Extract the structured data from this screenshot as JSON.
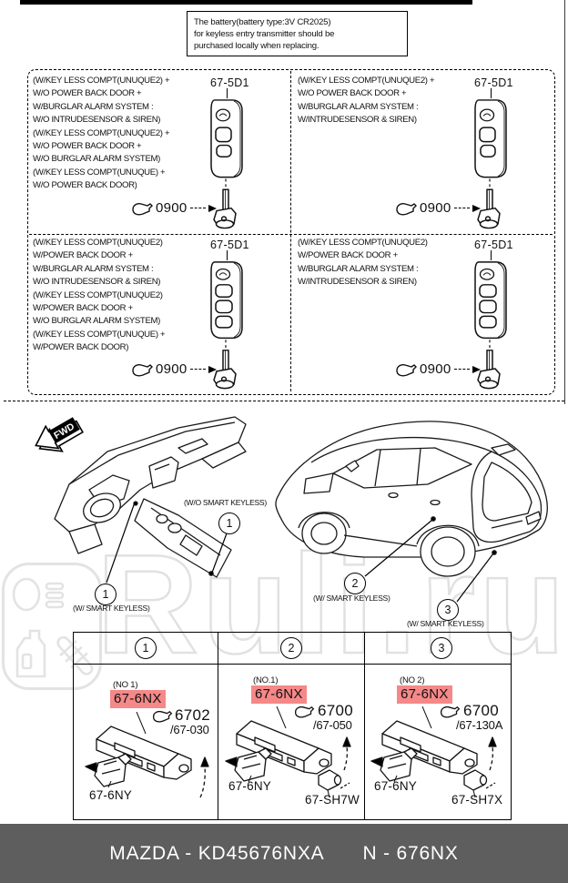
{
  "note_box": {
    "line1": "The battery(battery type:3V CR2025)",
    "line2": "for keyless entry transmitter should be",
    "line3": "purchased locally when replacing."
  },
  "key_section": {
    "quadrants": [
      {
        "conditions": "(W/KEY LESS COMPT(UNUQUE2) +\n W/O POWER BACK DOOR +\n W/BURGLAR ALARM SYSTEM :\n W/O INTRUDESENSOR & SIREN)\n(W/KEY LESS COMPT(UNUQUE2) +\n W/O POWER BACK DOOR +\n W/O BURGLAR ALARM SYSTEM)\n(W/KEY LESS COMPT(UNUQUE) +\n W/O POWER BACK DOOR)",
        "part_label": "67-5D1",
        "key_code": "0900"
      },
      {
        "conditions": "(W/KEY LESS COMPT(UNUQUE2) +\n W/O POWER BACK DOOR +\n W/BURGLAR ALARM SYSTEM :\n W/INTRUDESENSOR & SIREN)",
        "part_label": "67-5D1",
        "key_code": "0900"
      },
      {
        "conditions": "(W/KEY LESS COMPT(UNUQUE2)\n W/POWER BACK DOOR +\n W/BURGLAR ALARM SYSTEM :\n W/O INTRUDESENSOR & SIREN)\n(W/KEY LESS COMPT(UNUQUE2)\n W/POWER BACK DOOR +\n W/O BURGLAR ALARM SYSTEM)\n(W/KEY LESS COMPT(UNUQUE) +\n W/POWER BACK DOOR)",
        "part_label": "67-5D1",
        "key_code": "0900"
      },
      {
        "conditions": "(W/KEY LESS COMPT(UNUQUE2)\n W/POWER BACK DOOR +\n W/BURGLAR ALARM SYSTEM :\n W/INTRUDESENSOR & SIREN)",
        "part_label": "67-5D1",
        "key_code": "0900"
      }
    ]
  },
  "middle": {
    "fwd_label": "FWD",
    "callout_1a": {
      "num": "1",
      "label": "(W/O SMART KEYLESS)"
    },
    "callout_1b": {
      "num": "1",
      "label": "(W/ SMART KEYLESS)"
    },
    "callout_2": {
      "num": "2",
      "label": "(W/ SMART KEYLESS)"
    },
    "callout_3": {
      "num": "3",
      "label": "(W/ SMART KEYLESS)"
    }
  },
  "parts_table": {
    "columns": [
      {
        "num": "1",
        "position_note": "(NO 1)",
        "part_highlight": "67-6NX",
        "code": "6702",
        "code_sub": "/67-030",
        "bracket_label": "67-6NY",
        "extra_label": ""
      },
      {
        "num": "2",
        "position_note": "(NO.1)",
        "part_highlight": "67-6NX",
        "code": "6700",
        "code_sub": "/67-050",
        "bracket_label": "67-6NY",
        "extra_label": "67-SH7W"
      },
      {
        "num": "3",
        "position_note": "(NO 2)",
        "part_highlight": "67-6NX",
        "code": "6700",
        "code_sub": "/67-130A",
        "bracket_label": "67-6NY",
        "extra_label": "67-SH7X"
      }
    ]
  },
  "footer": {
    "left_code": "MAZDA - KD45676NXA",
    "right_code": "N - 676NX"
  },
  "watermark": {
    "text": "Ruli.ru"
  },
  "colors": {
    "highlight_bg": "#f58888",
    "footer_bg": "#5e5e5e",
    "watermark_gray": "#e1e1e1"
  }
}
